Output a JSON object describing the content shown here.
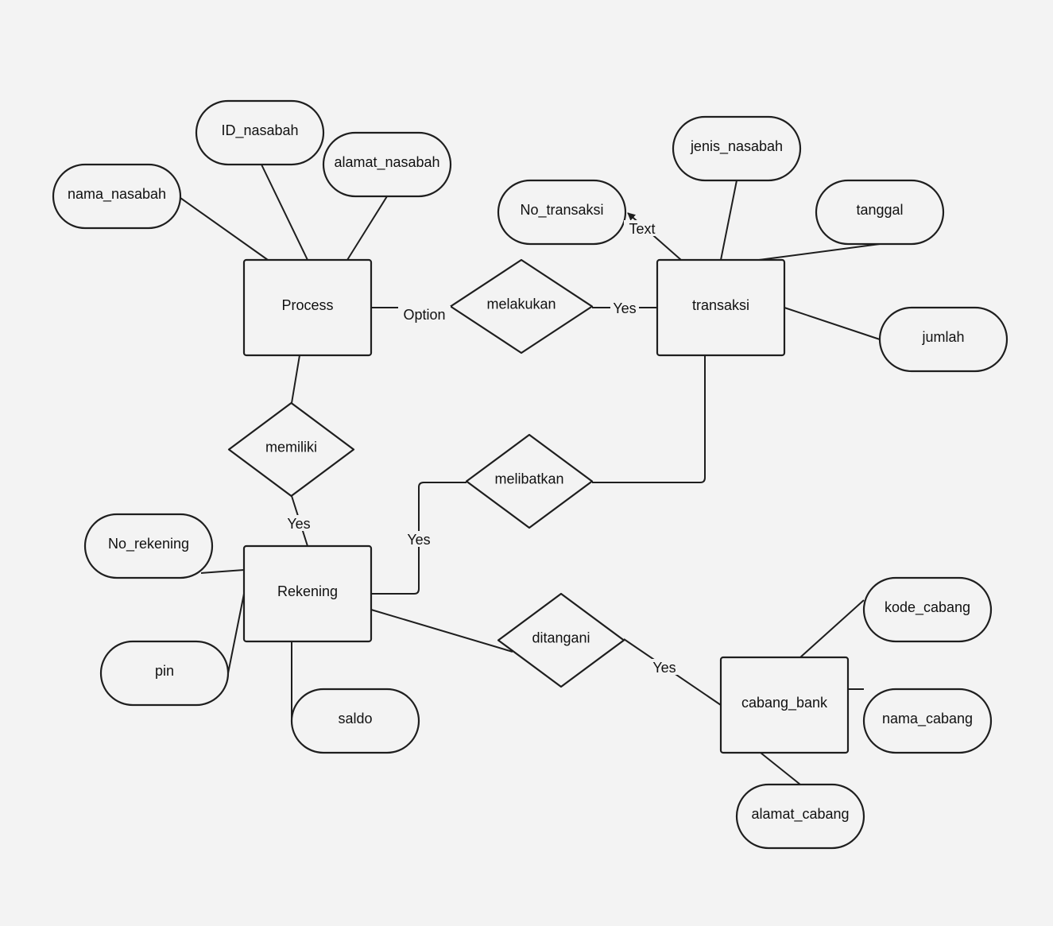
{
  "colors": {
    "background": "#f3f3f3",
    "stroke": "#1e1e1e",
    "text": "#111111"
  },
  "entities": [
    {
      "id": "process",
      "label": "Process"
    },
    {
      "id": "transaksi",
      "label": "transaksi"
    },
    {
      "id": "rekening",
      "label": "Rekening"
    },
    {
      "id": "cabang_bank",
      "label": "cabang_bank"
    }
  ],
  "attributes": [
    {
      "id": "nama_nasabah",
      "label": "nama_nasabah"
    },
    {
      "id": "id_nasabah",
      "label": "ID_nasabah"
    },
    {
      "id": "alamat_nasabah",
      "label": "alamat_nasabah"
    },
    {
      "id": "no_transaksi",
      "label": "No_transaksi"
    },
    {
      "id": "jenis_nasabah",
      "label": "jenis_nasabah"
    },
    {
      "id": "tanggal",
      "label": "tanggal"
    },
    {
      "id": "jumlah",
      "label": "jumlah"
    },
    {
      "id": "no_rekening",
      "label": "No_rekening"
    },
    {
      "id": "pin",
      "label": "pin"
    },
    {
      "id": "saldo",
      "label": "saldo"
    },
    {
      "id": "kode_cabang",
      "label": "kode_cabang"
    },
    {
      "id": "nama_cabang",
      "label": "nama_cabang"
    },
    {
      "id": "alamat_cabang",
      "label": "alamat_cabang"
    }
  ],
  "relationships": [
    {
      "id": "melakukan",
      "label": "melakukan"
    },
    {
      "id": "memiliki",
      "label": "memiliki"
    },
    {
      "id": "melibatkan",
      "label": "melibatkan"
    },
    {
      "id": "ditangani",
      "label": "ditangani"
    }
  ],
  "edges": [
    {
      "id": "e_nama",
      "from": "process",
      "to": "nama_nasabah",
      "label": ""
    },
    {
      "id": "e_idn",
      "from": "process",
      "to": "id_nasabah",
      "label": ""
    },
    {
      "id": "e_alamat",
      "from": "process",
      "to": "alamat_nasabah",
      "label": ""
    },
    {
      "id": "e_proc_mel",
      "from": "process",
      "to": "melakukan",
      "label": "Option"
    },
    {
      "id": "e_mel_trx",
      "from": "melakukan",
      "to": "transaksi",
      "label": "Yes"
    },
    {
      "id": "e_trx_notrx",
      "from": "transaksi",
      "to": "no_transaksi",
      "label": "Text"
    },
    {
      "id": "e_trx_jenis",
      "from": "transaksi",
      "to": "jenis_nasabah",
      "label": ""
    },
    {
      "id": "e_trx_tgl",
      "from": "transaksi",
      "to": "tanggal",
      "label": ""
    },
    {
      "id": "e_trx_jml",
      "from": "transaksi",
      "to": "jumlah",
      "label": ""
    },
    {
      "id": "e_proc_memi",
      "from": "process",
      "to": "memiliki",
      "label": ""
    },
    {
      "id": "e_memi_rek",
      "from": "memiliki",
      "to": "rekening",
      "label": "Yes"
    },
    {
      "id": "e_trx_libat",
      "from": "transaksi",
      "to": "melibatkan",
      "label": ""
    },
    {
      "id": "e_libat_rek",
      "from": "melibatkan",
      "to": "rekening",
      "label": "Yes"
    },
    {
      "id": "e_rek_norek",
      "from": "rekening",
      "to": "no_rekening",
      "label": ""
    },
    {
      "id": "e_rek_pin",
      "from": "rekening",
      "to": "pin",
      "label": ""
    },
    {
      "id": "e_rek_saldo",
      "from": "rekening",
      "to": "saldo",
      "label": ""
    },
    {
      "id": "e_rek_dita",
      "from": "rekening",
      "to": "ditangani",
      "label": ""
    },
    {
      "id": "e_dita_cab",
      "from": "ditangani",
      "to": "cabang_bank",
      "label": "Yes"
    },
    {
      "id": "e_cab_kode",
      "from": "cabang_bank",
      "to": "kode_cabang",
      "label": ""
    },
    {
      "id": "e_cab_nama",
      "from": "cabang_bank",
      "to": "nama_cabang",
      "label": ""
    },
    {
      "id": "e_cab_alamat",
      "from": "cabang_bank",
      "to": "alamat_cabang",
      "label": ""
    }
  ]
}
